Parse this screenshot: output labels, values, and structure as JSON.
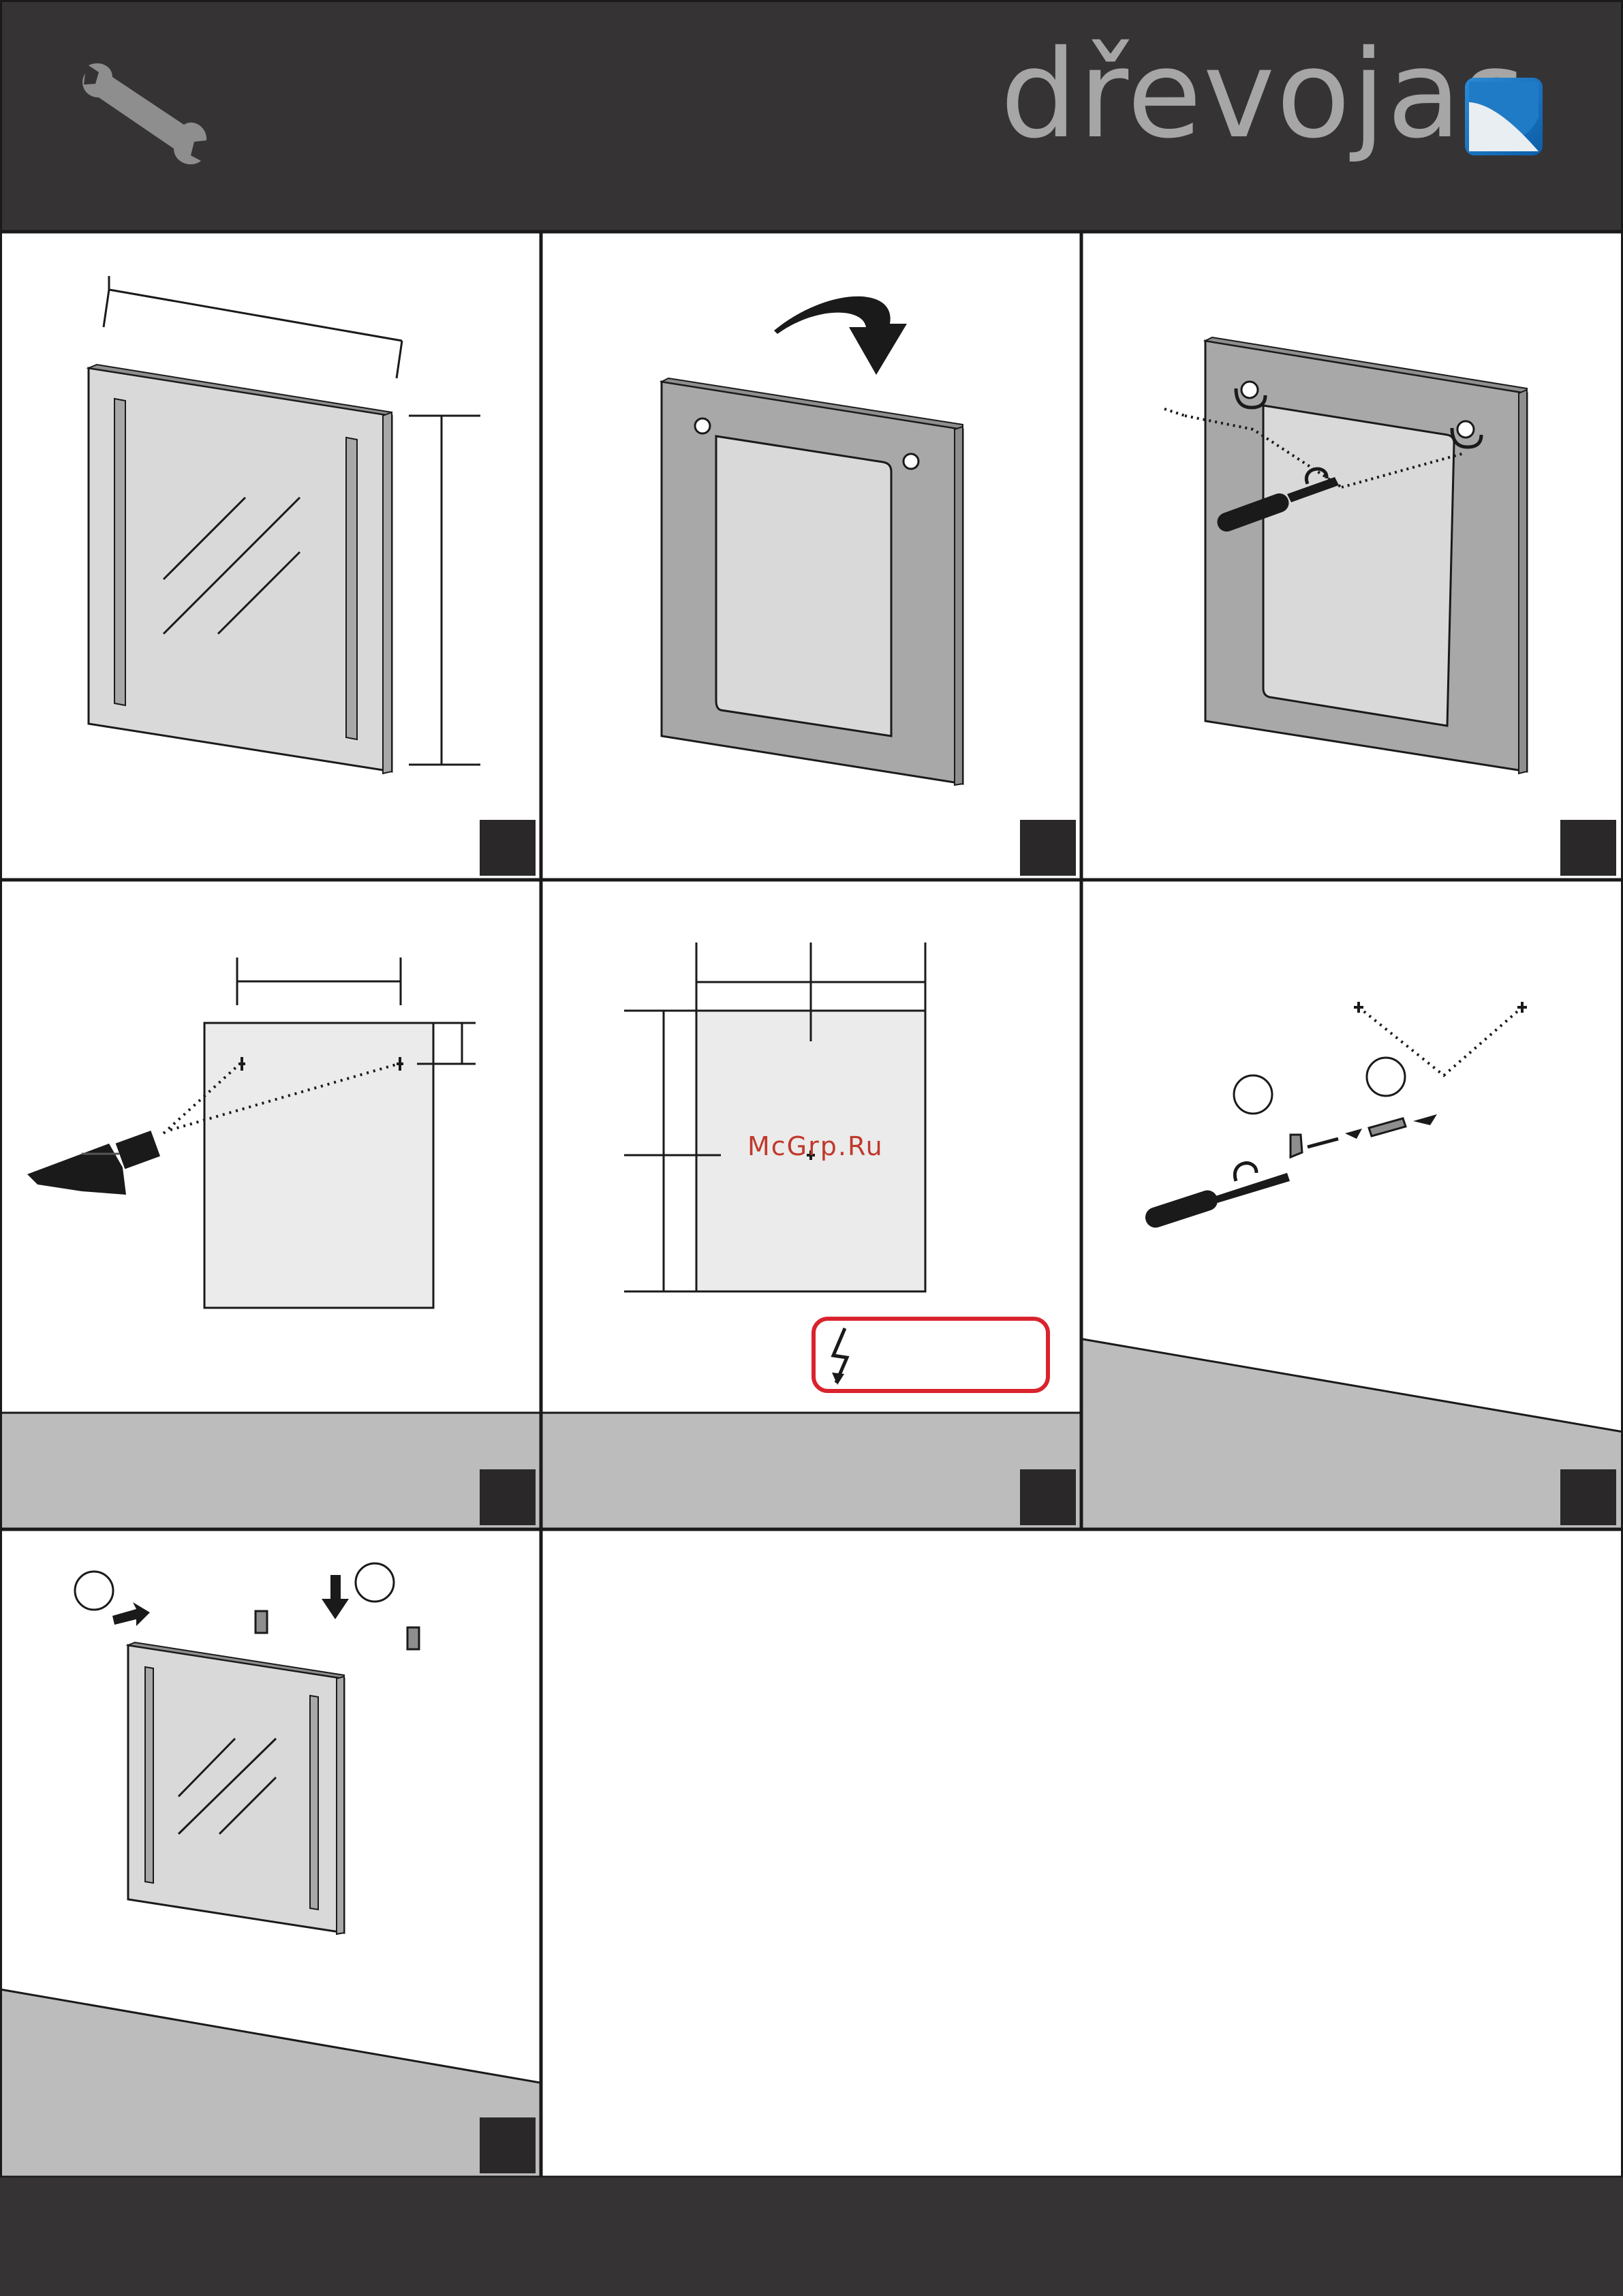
{
  "header": {
    "brand": "dřevojas",
    "logo_icon": "drevojas-logo-icon",
    "tool_icon": "wrench-icon"
  },
  "watermark": "McGrp.Ru",
  "steps": [
    {
      "id": 1,
      "name": "mirror-dimensions"
    },
    {
      "id": 2,
      "name": "flip-mirror"
    },
    {
      "id": 3,
      "name": "mount-hooks"
    },
    {
      "id": 4,
      "name": "drill-holes"
    },
    {
      "id": 5,
      "name": "measure-wall"
    },
    {
      "id": 6,
      "name": "insert-anchors"
    },
    {
      "id": 7,
      "name": "hang-mirror"
    }
  ],
  "warning": {
    "icon": "electric-hazard-icon",
    "color": "#d9232d"
  },
  "colors": {
    "header": "#363334",
    "footer": "#363334",
    "floor": "#bcbcbc",
    "mirror_frame": "#a8a8a8",
    "accent": "#d9232d"
  }
}
